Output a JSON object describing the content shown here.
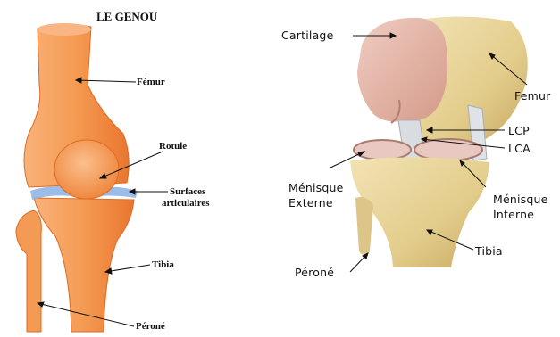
{
  "left_diagram": {
    "title": "LE GENOU",
    "labels": {
      "femur": "Fémur",
      "rotule": "Rotule",
      "surfaces_1": "Surfaces",
      "surfaces_2": "articulaires",
      "tibia": "Tibia",
      "perone": "Péroné"
    }
  },
  "right_diagram": {
    "labels": {
      "cartilage": "Cartilage",
      "femur": "Femur",
      "lcp": "LCP",
      "lca": "LCA",
      "menisque_externe_1": "Ménisque",
      "menisque_externe_2": "Externe",
      "menisque_interne_1": "Ménisque",
      "menisque_interne_2": "Interne",
      "tibia": "Tibia",
      "perone": "Péroné"
    }
  },
  "colors": {
    "bone_orange": "#f59a52",
    "bone_orange_dark": "#e36f2a",
    "cartilage_blue": "#8fb6e8",
    "bone_cream": "#e7d49a",
    "cartilage_pink": "#e2b3a6",
    "ligament_gray": "#d9dde2"
  }
}
